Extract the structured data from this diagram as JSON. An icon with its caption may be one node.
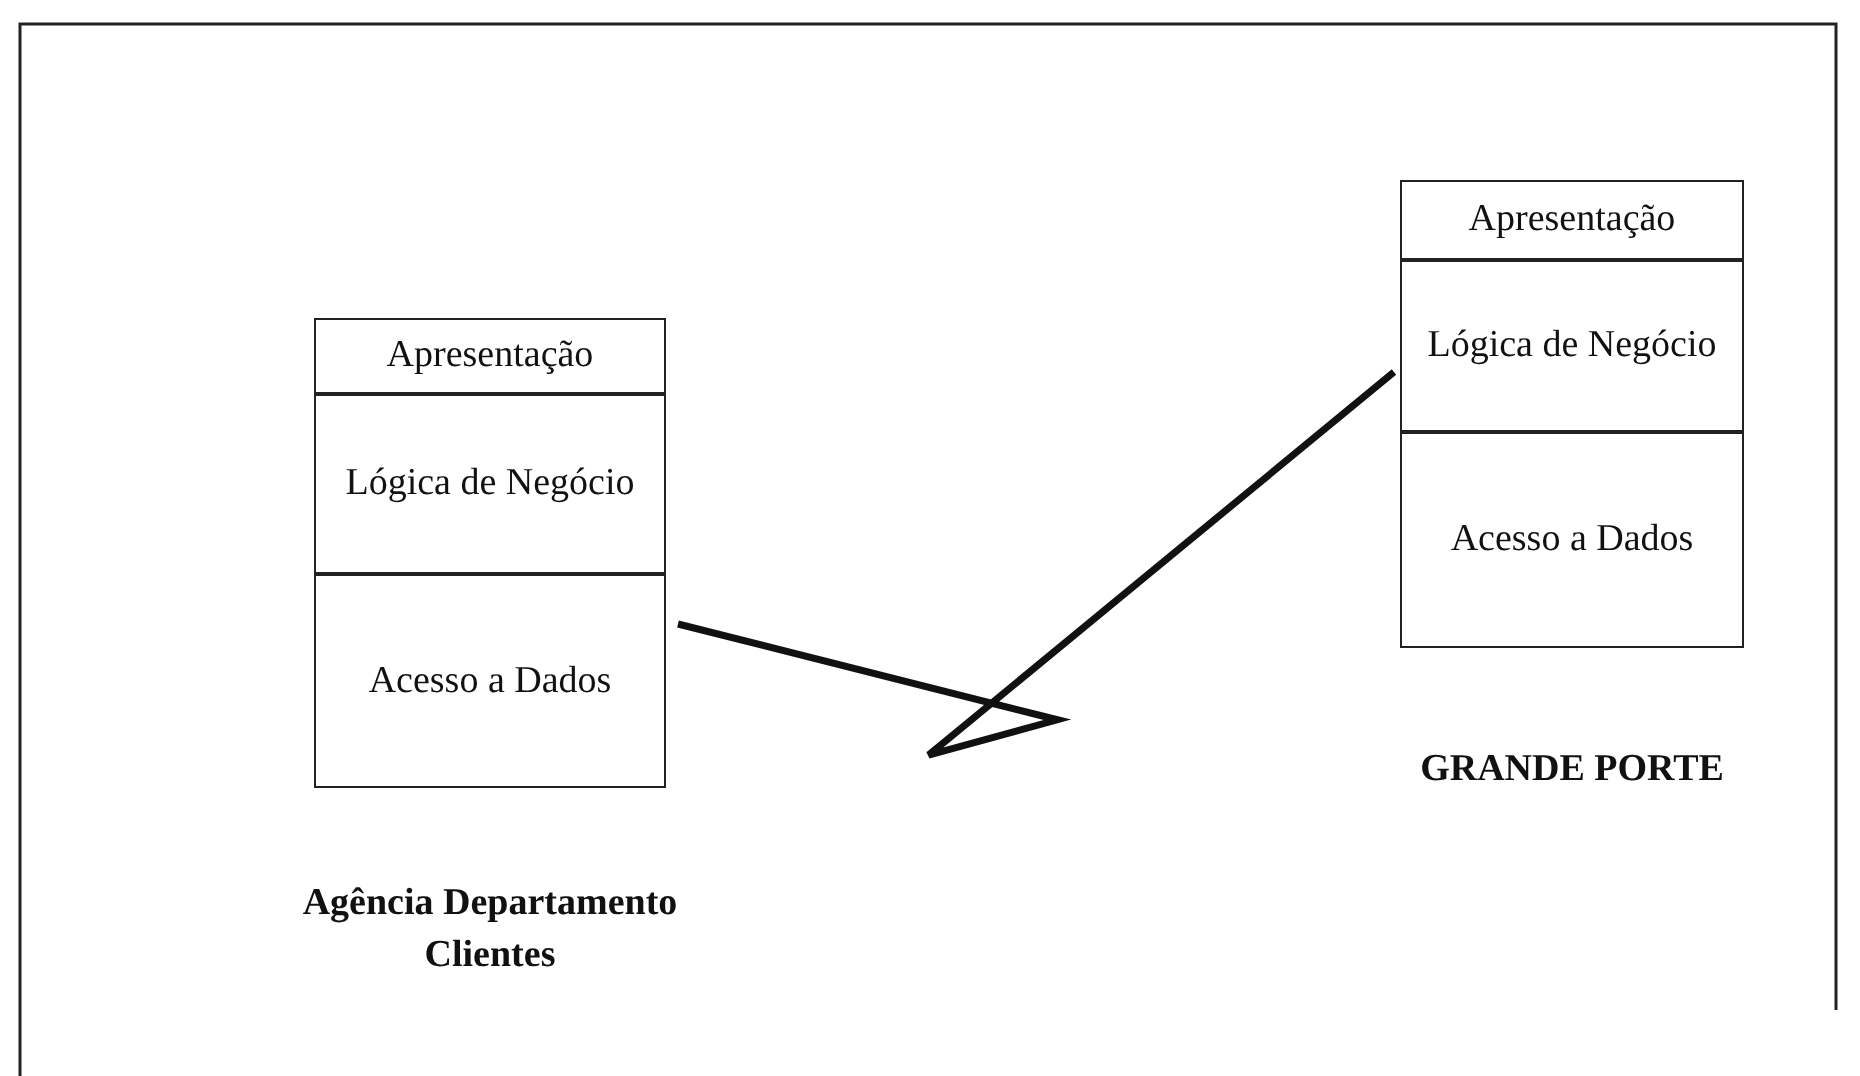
{
  "diagram": {
    "nodes": [
      {
        "text": [
          "Agência Departamento Clientes"
        ]
      },
      {
        "text": [
          "Apresentação"
        ],
        "in": 0
      },
      {
        "text": [
          "Lógica de Negócio"
        ],
        "in": 0
      },
      {
        "text": [
          "Acesso a Dados"
        ],
        "in": 0
      },
      {
        "text": [
          "GRANDE PORTE"
        ]
      },
      {
        "text": [
          "Apresentação"
        ],
        "in": 4
      },
      {
        "text": [
          "Lógica de Negócio"
        ],
        "in": 4
      },
      {
        "text": [
          "Acesso a Dados"
        ],
        "in": 4
      }
    ],
    "edges": [
      {
        "from": 3,
        "to": 6,
        "arrow": "none"
      }
    ]
  }
}
